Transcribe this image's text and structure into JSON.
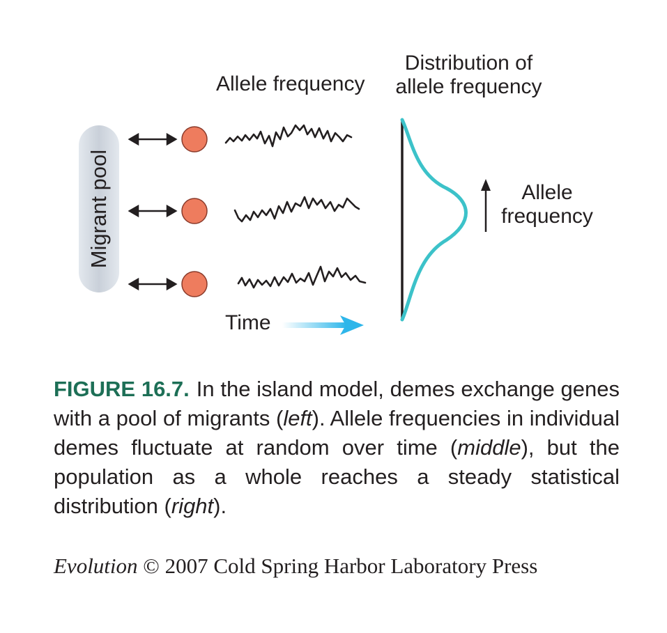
{
  "figure": {
    "migrant_pool_label": "Migrant pool",
    "middle_title": "Allele frequency",
    "right_title": "Distribution of allele frequency",
    "right_axis_label": "Allele frequency",
    "time_label": "Time",
    "deme_count": 3,
    "colors": {
      "deme": "#ee7c5e",
      "deme_stroke": "#8a3a2a",
      "curve": "#3cc2c9",
      "time_arrow": "#2eb6ea",
      "pool": "#c9d0d9",
      "ink": "#231f20"
    }
  },
  "caption": {
    "figure_number": "FIGURE 16.7.",
    "part1": "In the island model, demes exchange genes with a pool of migrants (",
    "left_word": "left",
    "part2": "). Allele frequencies in individual demes fluctuate at random over time (",
    "middle_word": "middle",
    "part3": "), but the population as a whole reaches a steady statistical distribution (",
    "right_word": "right",
    "part4": ")."
  },
  "credit": {
    "book": "Evolution",
    "rest": " © 2007 Cold Spring Harbor Laboratory Press"
  }
}
